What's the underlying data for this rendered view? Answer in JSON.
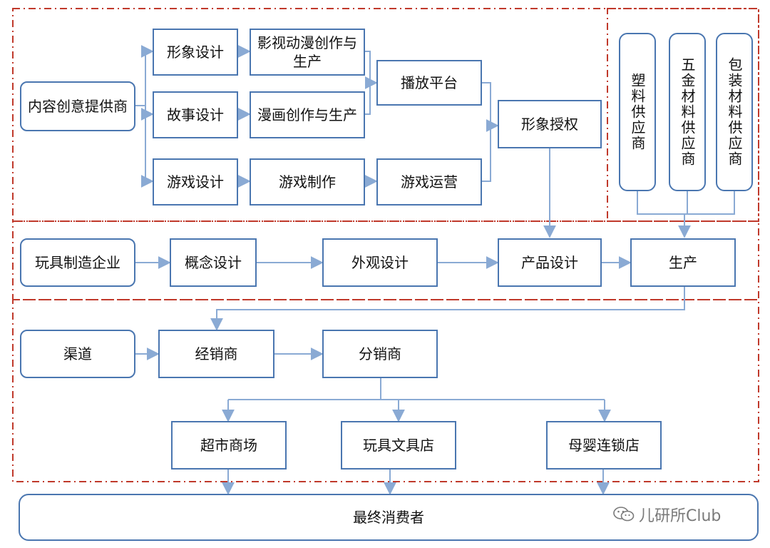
{
  "nodes": {
    "content": "内容创意提供商",
    "image_design": "形象设计",
    "story_design": "故事设计",
    "game_design": "游戏设计",
    "film_anim": "影视动漫创作与生产",
    "comic": "漫画创作与生产",
    "game_make": "游戏制作",
    "broadcast": "播放平台",
    "game_ops": "游戏运营",
    "ip_license": "形象授权",
    "plastic": "塑料供应商",
    "hardware": "五金材料供应商",
    "packaging": "包装材料供应商",
    "toy_maker": "玩具制造企业",
    "concept": "概念设计",
    "appearance": "外观设计",
    "product": "产品设计",
    "production": "生产",
    "channel": "渠道",
    "dealer": "经销商",
    "distributor": "分销商",
    "supermarket": "超市商场",
    "toy_store": "玩具文具店",
    "baby_store": "母婴连锁店",
    "consumer": "最终消费者"
  },
  "watermark": "儿研所Club",
  "colors": {
    "box_border": "#4a76b0",
    "arrow": "#8aaad4",
    "dash": "#c0392b"
  }
}
